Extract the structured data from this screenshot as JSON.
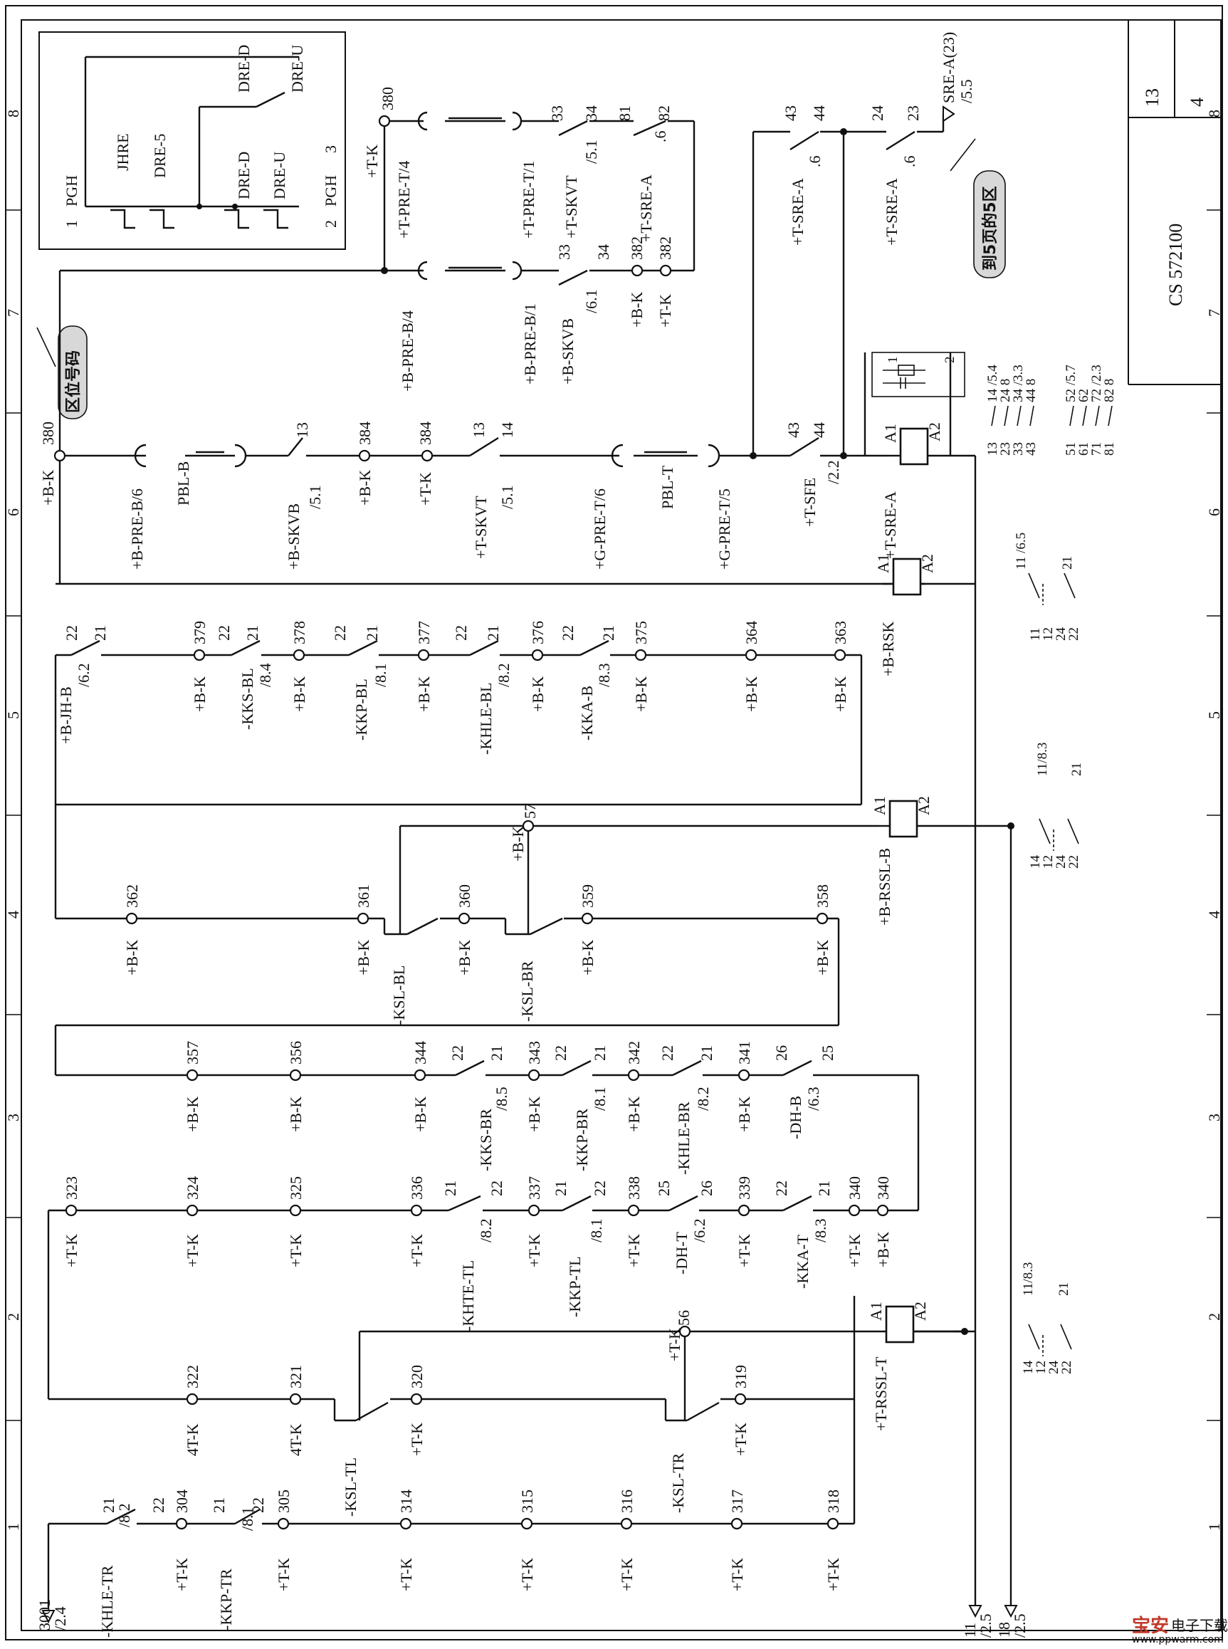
{
  "title_block": {
    "sheet": "13",
    "page": "4",
    "drawing_no": "CS 572100"
  },
  "zones": [
    "1",
    "2",
    "3",
    "4",
    "5",
    "6",
    "7",
    "8"
  ],
  "notes": {
    "zone_code": "区位号码",
    "to_page5": "到5页的5区"
  },
  "watermark": {
    "brand": "宝安",
    "name": "电子下载站",
    "url": "www.ppwarm.com"
  },
  "inset": {
    "labels": [
      "1",
      "PGH",
      "JHRE",
      "DRE-5",
      "DRE-D",
      "DRE-U",
      "DRE-D",
      "DRE-U",
      "PGH",
      "3",
      "2"
    ]
  },
  "terminals": {
    "row_bot": [
      "304",
      "305",
      "314",
      "315",
      "316",
      "317",
      "318"
    ],
    "row_bot_lbl": [
      "+T-K",
      "+T-K",
      "+T-K",
      "+T-K",
      "+T-K",
      "+T-K",
      "+T-K"
    ],
    "row_ksl_t": [
      "322",
      "321",
      "320",
      "319"
    ],
    "row_ksl_t_lbl": [
      "4T-K",
      "4T-K",
      "+T-K",
      "+T-K"
    ],
    "row_t": [
      "323",
      "324",
      "325",
      "336",
      "337",
      "338",
      "339",
      "340",
      "340"
    ],
    "row_t_lbl": [
      "+T-K",
      "+T-K",
      "+T-K",
      "+T-K",
      "+T-K",
      "+T-K",
      "+T-K",
      "+T-K",
      "+B-K"
    ],
    "row_b3": [
      "357",
      "356",
      "344",
      "343",
      "342",
      "341"
    ],
    "row_b3_lbl": [
      "+B-K",
      "+B-K",
      "+B-K",
      "+B-K",
      "+B-K",
      "+B-K"
    ],
    "row_ksl_b": [
      "362",
      "361",
      "360",
      "359",
      "358"
    ],
    "row_ksl_b_lbl": [
      "+B-K",
      "+B-K",
      "+B-K",
      "+B-K",
      "+B-K"
    ],
    "row_b5": [
      "379",
      "378",
      "377",
      "376",
      "375",
      "364",
      "363"
    ],
    "row_b5_lbl": [
      "+B-K",
      "+B-K",
      "+B-K",
      "+B-K",
      "+B-K",
      "+B-K",
      "+B-K"
    ],
    "row_b6": [
      "380",
      "384",
      "384"
    ],
    "row_b6_lbl": [
      "+B-K",
      "+B-K",
      "+T-K"
    ],
    "row_top": [
      "380",
      "382",
      "382"
    ],
    "row_top_lbl": [
      "+T-K",
      "+B-K",
      "+T-K"
    ],
    "k56": "56",
    "k56_lbl": "+T-K",
    "k57": "57",
    "k57_lbl": "+B-K"
  },
  "contacts": {
    "khle_tr": {
      "name": "-KHLE-TR",
      "ref": "/8.2",
      "a": "21",
      "b": "22"
    },
    "kkp_tr": {
      "name": "-KKP-TR",
      "ref": "/8.1",
      "a": "21",
      "b": "22"
    },
    "khte_tl": {
      "name": "-KHTE-TL",
      "ref": "/8.2",
      "a": "21",
      "b": "22"
    },
    "kkp_tl": {
      "name": "-KKP-TL",
      "ref": "/8.1",
      "a": "21",
      "b": "22"
    },
    "dh_t": {
      "name": "-DH-T",
      "ref": "/6.2",
      "a": "25",
      "b": "26"
    },
    "kka_t": {
      "name": "-KKA-T",
      "ref": "/8.3",
      "a": "22",
      "b": "21"
    },
    "kks_br": {
      "name": "-KKS-BR",
      "ref": "/8.5",
      "a": "22",
      "b": "21"
    },
    "kkp_br": {
      "name": "-KKP-BR",
      "ref": "/8.1",
      "a": "22",
      "b": "21"
    },
    "khle_br": {
      "name": "-KHLE-BR",
      "ref": "/8.2",
      "a": "22",
      "b": "21"
    },
    "dh_b": {
      "name": "-DH-B",
      "ref": "/6.3",
      "a": "26",
      "b": "25"
    },
    "ksl_tl": {
      "name": "-KSL-TL"
    },
    "ksl_tr": {
      "name": "-KSL-TR"
    },
    "ksl_bl": {
      "name": "-KSL-BL"
    },
    "ksl_br": {
      "name": "-KSL-BR"
    },
    "jh_b": {
      "name": "+B-JH-B",
      "ref": "/6.2",
      "a": "22",
      "b": "21"
    },
    "kks_bl": {
      "name": "-KKS-BL",
      "ref": "/8.4",
      "a": "22",
      "b": "21"
    },
    "kkp_bl": {
      "name": "-KKP-BL",
      "ref": "/8.1",
      "a": "22",
      "b": "21"
    },
    "khle_bl": {
      "name": "-KHLE-BL",
      "ref": "/8.2",
      "a": "22",
      "b": "21"
    },
    "kka_b": {
      "name": "-KKA-B",
      "ref": "/8.3",
      "a": "22",
      "b": "21"
    },
    "skvb": {
      "name": "+B-SKVB",
      "ref": "/5.1",
      "a": "13"
    },
    "skvt": {
      "name": "+T-SKVT",
      "ref": "/5.1",
      "a": "13",
      "b": "14"
    },
    "sfe": {
      "name": "+T-SFE",
      "ref": "/2.2",
      "a": "43",
      "b": "44"
    },
    "skvb_top": {
      "name": "+B-SKVB",
      "ref": "/6.1",
      "a": "33",
      "b": "34"
    },
    "skvt_top": {
      "name": "+T-SKVT",
      "ref": "/5.1",
      "a": "33",
      "b": "34"
    },
    "sre_a_top": {
      "name": "+T-SRE-A",
      "ref": ".6",
      "a": "81",
      "b": "82"
    },
    "sre_a_1": {
      "name": "+T-SRE-A",
      "ref": ".6",
      "a": "43",
      "b": "44"
    },
    "sre_a_2": {
      "name": "+T-SRE-A",
      "ref": ".6",
      "a": "24",
      "b": "23"
    }
  },
  "plugs": {
    "pre_b6": "+B-PRE-B/6",
    "pbl_b": "PBL-B",
    "pre_t6": "+G-PRE-T/6",
    "pbl_t": "PBL-T",
    "pre_t5": "+G-PRE-T/5",
    "pre_b4": "+B-PRE-B/4",
    "pre_b1": "+B-PRE-B/1",
    "pre_t4": "+T-PRE-T/4",
    "pre_t1": "+T-PRE-T/1"
  },
  "coils": {
    "rssl_t": {
      "name": "+T-RSSL-T",
      "a1": "A1",
      "a2": "A2"
    },
    "rssl_b": {
      "name": "+B-RSSL-B",
      "a1": "A1",
      "a2": "A2"
    },
    "rsk": {
      "name": "+B-RSK",
      "a1": "A1",
      "a2": "A2"
    },
    "sre_a": {
      "name": "+T-SRE-A",
      "a1": "A1",
      "a2": "A2",
      "i1": "1",
      "i2": "2"
    }
  },
  "refs": {
    "r3001": "3001",
    "r3001b": "/2.4",
    "r11": "11",
    "r11b": "/2.5",
    "r18": "18",
    "r18b": "/2.5",
    "sre_out": "SRE-A(23)",
    "sre_out_b": "/5.5"
  },
  "xref": {
    "t_rssl": {
      "head": "11/8.3",
      "h2": "21",
      "cols": [
        "14",
        "12",
        "24",
        "22"
      ]
    },
    "b_rssl": {
      "head": "11/8.3",
      "h2": "21",
      "cols": [
        "14",
        "12",
        "24",
        "22"
      ]
    },
    "rsk": {
      "head": "11 /6.5",
      "h2": "21",
      "cols": [
        "11",
        "12",
        "24",
        "22"
      ]
    },
    "sre": {
      "g1": [
        "13",
        "23",
        "33",
        "43"
      ],
      "g1r": [
        "14 /5.4",
        "24 8",
        "34 /3.3",
        "44 8"
      ],
      "g2": [
        "51",
        "61",
        "71",
        "81"
      ],
      "g2r": [
        "52 /5.7",
        "62",
        "72 /2.3",
        "82 8"
      ]
    }
  }
}
